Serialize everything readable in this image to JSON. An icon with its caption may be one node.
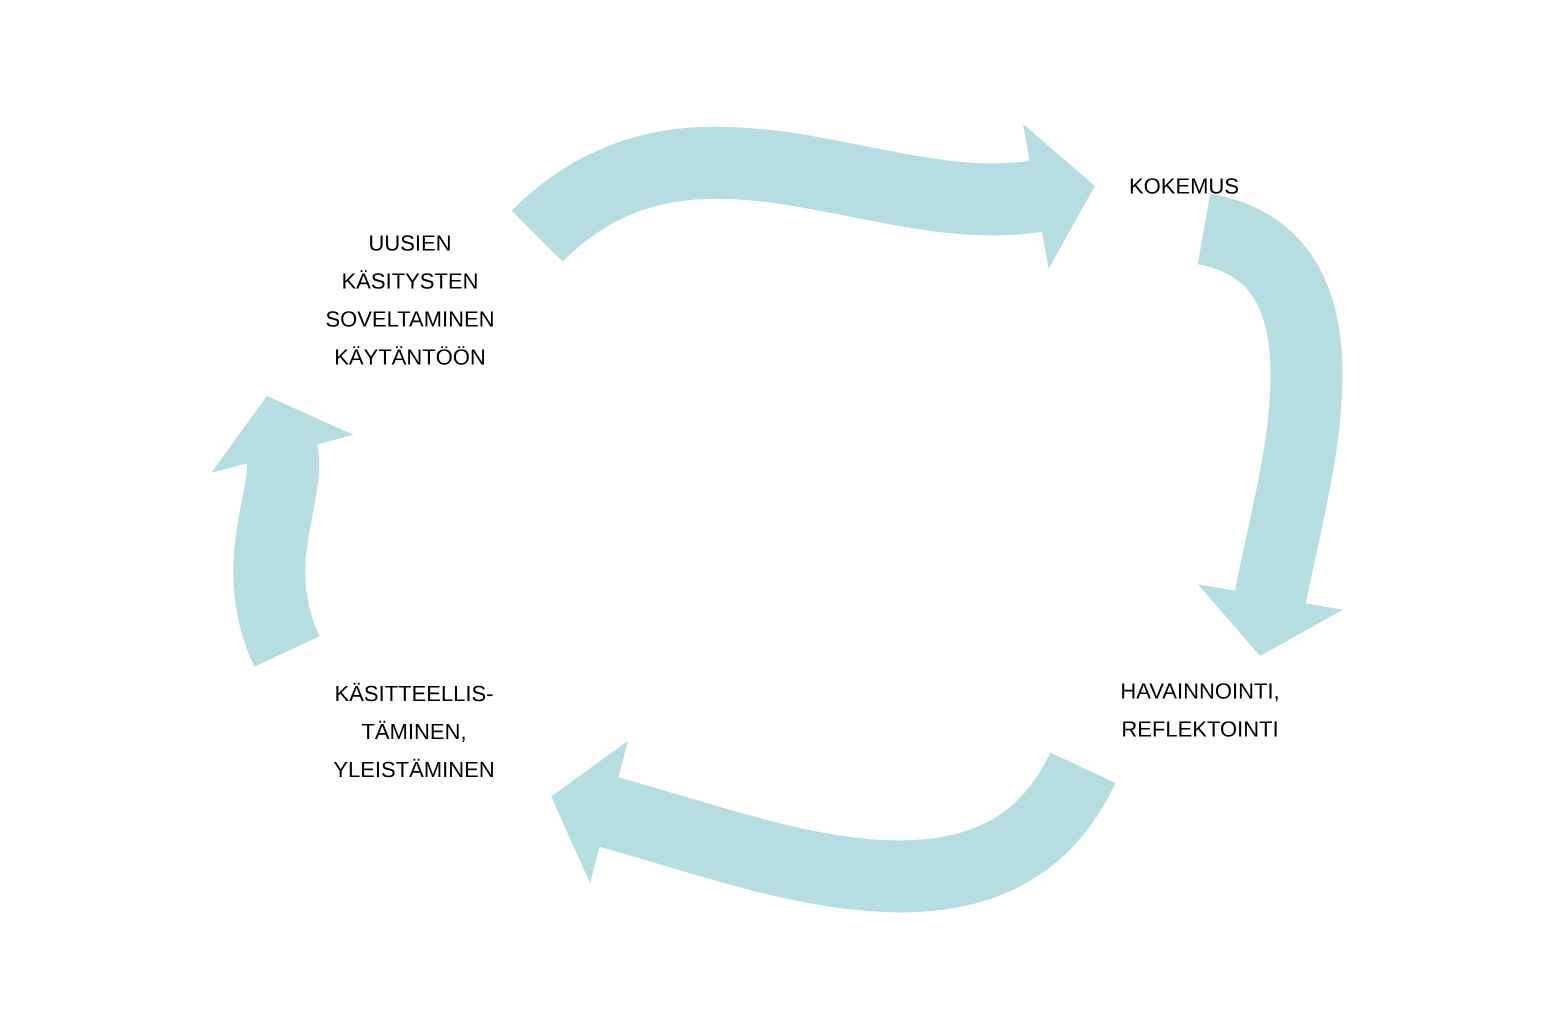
{
  "diagram": {
    "nodes": [
      {
        "text": [
          "UUSIEN KÄSITYSTEN SOVELTAMINEN KÄYTÄNTÖÖN"
        ]
      },
      {
        "text": [
          "KOKEMUS"
        ]
      },
      {
        "text": [
          "HAVAINNOINTI, REFLEKTOINTI"
        ]
      },
      {
        "text": [
          "KÄSITTEELLIS- TÄMINEN, YLEISTÄMINEN"
        ]
      }
    ],
    "edges": [
      {
        "from": 0,
        "to": 1,
        "arrow": "to"
      },
      {
        "from": 1,
        "to": 2,
        "arrow": "to"
      },
      {
        "from": 2,
        "to": 3,
        "arrow": "to"
      },
      {
        "from": 3,
        "to": 0,
        "arrow": "to"
      }
    ]
  }
}
